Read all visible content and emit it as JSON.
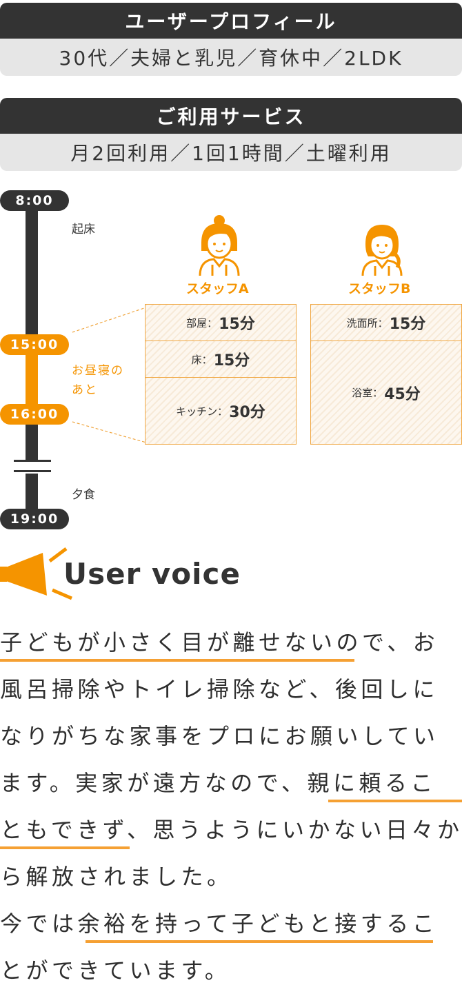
{
  "profile": {
    "title": "ユーザープロフィール",
    "value": "30代／夫婦と乳児／育休中／2LDK"
  },
  "service": {
    "title": "ご利用サービス",
    "value": "月2回利用／1回1時間／土曜利用"
  },
  "timeline": {
    "times": [
      "8:00",
      "15:00",
      "16:00",
      "19:00"
    ],
    "events": {
      "wake": "起床",
      "dinner": "夕食"
    },
    "note_line1": "お昼寝の",
    "note_line2": "あと"
  },
  "staff_a": {
    "name": "スタッフA",
    "tasks": [
      {
        "name": "部屋：",
        "duration": "15分"
      },
      {
        "name": "床：",
        "duration": "15分"
      },
      {
        "name": "キッチン：",
        "duration": "30分"
      }
    ]
  },
  "staff_b": {
    "name": "スタッフB",
    "tasks": [
      {
        "name": "洗面所：",
        "duration": "15分"
      },
      {
        "name": "浴室：",
        "duration": "45分"
      }
    ]
  },
  "voice": {
    "title": "User voice",
    "lines": [
      "子どもが小さく目が離せないので、お",
      "風呂掃除やトイレ掃除など、後回しに",
      "なりがちな家事をプロにお願いしてい",
      "ます。実家が遠方なので、親に頼るこ",
      "ともできず、思うようにいかない日々か",
      "ら解放されました。",
      "今では余裕を持って子どもと接するこ",
      "とができています。"
    ]
  },
  "colors": {
    "accent": "#f59400",
    "dark": "#333333",
    "light": "#e6e6e6"
  }
}
